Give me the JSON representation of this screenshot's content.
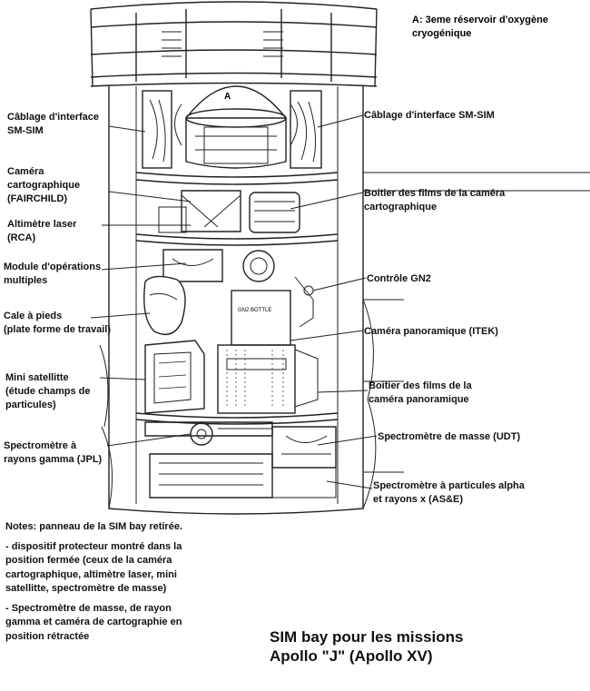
{
  "marker": "A",
  "legend_a": "A: 3eme réservoir d'oxygène\n     cryogénique",
  "gn2_bottle": "GN2 BOTTLE",
  "labels": {
    "sm_sim_left": "Câblage d'interface\nSM-SIM",
    "sm_sim_right": "Câblage d'interface SM-SIM",
    "camera_carto": "Caméra\ncartographique\n(FAIRCHILD)",
    "boitier_carto": "Boitier des films de la caméra\ncartographique",
    "altimetre": "Altimètre laser\n(RCA)",
    "module_ops": "Module d'opérations\nmultiples",
    "controle_gn2": "Contrôle GN2",
    "cale_pieds": "Cale à pieds\n(plate forme de travail)",
    "camera_pano": "Caméra panoramique (ITEK)",
    "mini_sat": "Mini satellitte\n(étude champs de\nparticules)",
    "boitier_pano": "Boitier des films de la\ncaméra panoramique",
    "spectro_masse": "Spectromètre de masse (UDT)",
    "spectro_gamma": "Spectromètre à\nrayons gamma (JPL)",
    "spectro_alpha": "Spectromètre à particules alpha\net rayons x (AS&E)"
  },
  "notes": [
    "Notes: panneau de la SIM bay retirée.",
    "- dispositif protecteur montré dans la\nposition fermée (ceux de la caméra\ncartographique, altimètre laser, mini\nsatellitte, spectromètre de masse)",
    "- Spectromètre de masse, de rayon\ngamma et caméra de cartographie en\nposition rétractée"
  ],
  "title": "SIM bay pour les missions\nApollo \"J\" (Apollo XV)"
}
